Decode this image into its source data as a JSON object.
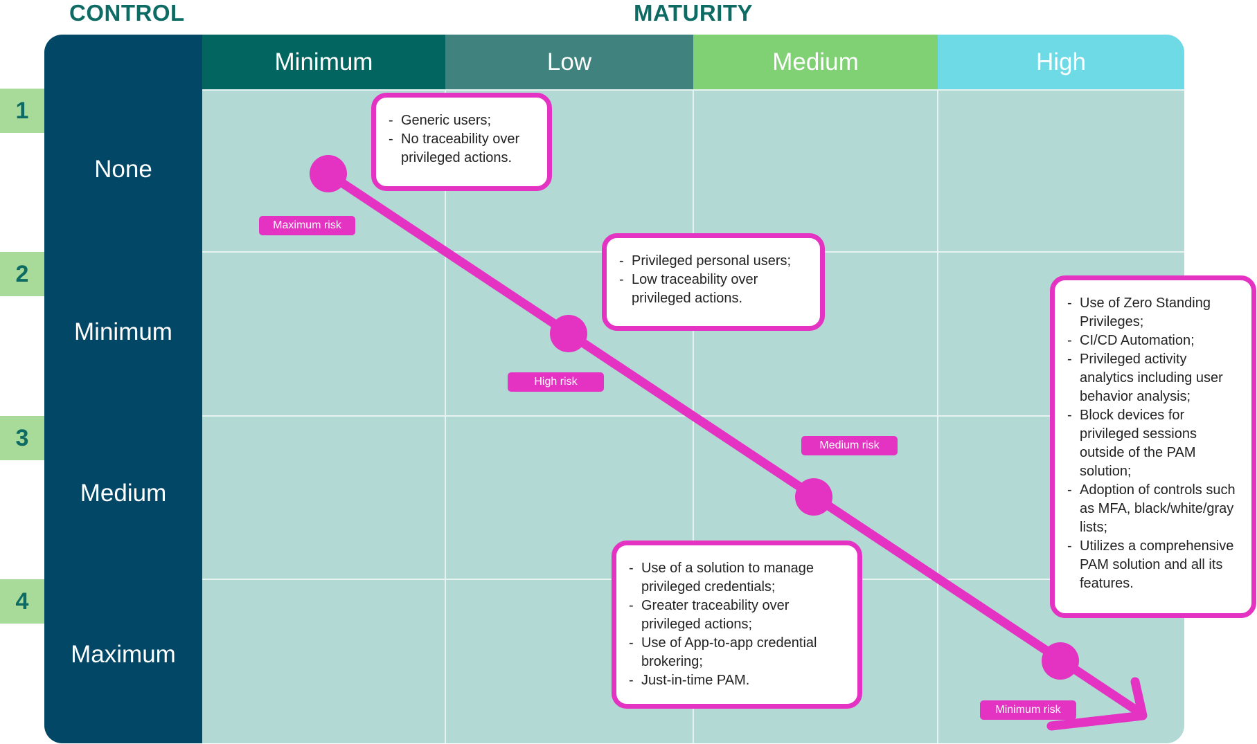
{
  "headings": {
    "control": "CONTROL",
    "maturity": "MATURITY"
  },
  "maturity_levels": [
    "Minimum",
    "Low",
    "Medium",
    "High"
  ],
  "maturity_colors": [
    "#02655f",
    "#3f827e",
    "#80d174",
    "#6ddae6"
  ],
  "control_levels": [
    "None",
    "Minimum",
    "Medium",
    "Maximum"
  ],
  "level_numbers": [
    "1",
    "2",
    "3",
    "4"
  ],
  "risk_labels": [
    "Maximum risk",
    "High risk",
    "Medium risk",
    "Minimum risk"
  ],
  "boxes": {
    "box1": [
      "Generic users;",
      "No traceability over privileged actions."
    ],
    "box2": [
      "Privileged personal users;",
      "Low traceability over privileged actions."
    ],
    "box3": [
      "Use of a solution to manage privileged credentials;",
      "Greater traceability over privileged actions;",
      "Use of App-to-app credential brokering;",
      "Just-in-time PAM."
    ],
    "box4": [
      "Use of Zero Standing Privileges;",
      "CI/CD Automation;",
      "Privileged activity analytics including user behavior analysis;",
      "Block devices for privileged sessions outside of the PAM solution;",
      "Adoption of controls such as MFA, black/white/gray lists;",
      "Utilizes a comprehensive PAM solution and all its features."
    ]
  },
  "colors": {
    "accent": "#e432c2",
    "control_column": "#024766",
    "grid_cell": "#b3d9d5",
    "heading_text": "#0d6b64",
    "level_badge": "#a8da9a"
  }
}
